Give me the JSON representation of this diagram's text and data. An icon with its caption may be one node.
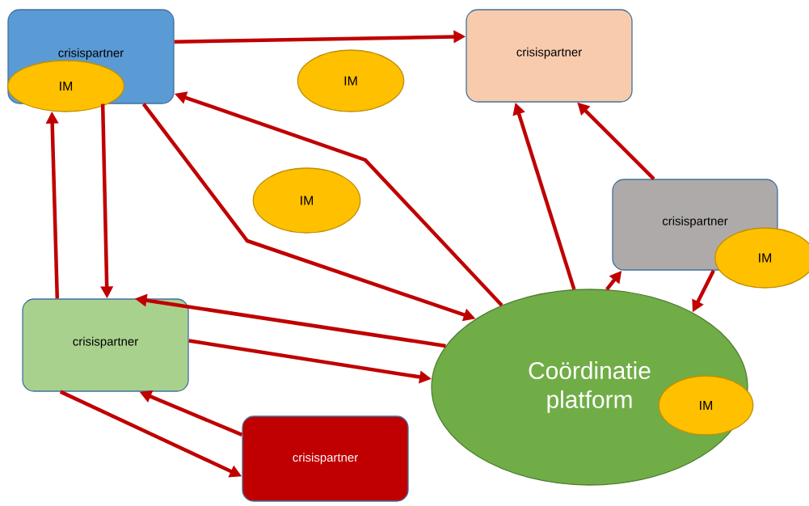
{
  "diagram": {
    "nodes": [
      {
        "text": [
          "crisispartner"
        ]
      },
      {
        "text": [
          "IM"
        ]
      },
      {
        "text": [
          "crisispartner"
        ]
      },
      {
        "text": [
          "IM"
        ]
      },
      {
        "text": [
          "IM"
        ]
      },
      {
        "text": [
          "crisispartner"
        ]
      },
      {
        "text": [
          "IM"
        ]
      },
      {
        "text": [
          "crisispartner"
        ]
      },
      {
        "text": [
          "crisispartner"
        ]
      },
      {
        "text": [
          "Coördinatie platform"
        ]
      },
      {
        "text": [
          "IM"
        ],
        "in": 9
      }
    ],
    "edges": [
      {
        "from": 0,
        "to": 2,
        "arrow": "to"
      },
      {
        "from": 7,
        "to": 1,
        "arrow": "to"
      },
      {
        "from": 0,
        "to": 7,
        "arrow": "to"
      },
      {
        "from": 0,
        "to": 9,
        "arrow": "to"
      },
      {
        "from": 9,
        "to": 0,
        "arrow": "to"
      },
      {
        "from": 9,
        "to": 7,
        "arrow": "to"
      },
      {
        "from": 7,
        "to": 9,
        "arrow": "to"
      },
      {
        "from": 8,
        "to": 7,
        "arrow": "to"
      },
      {
        "from": 7,
        "to": 8,
        "arrow": "to"
      },
      {
        "from": 9,
        "to": 2,
        "arrow": "to"
      },
      {
        "from": 5,
        "to": 2,
        "arrow": "to"
      },
      {
        "from": 9,
        "to": 5,
        "arrow": "to"
      },
      {
        "from": 5,
        "to": 9,
        "arrow": "to"
      }
    ]
  }
}
